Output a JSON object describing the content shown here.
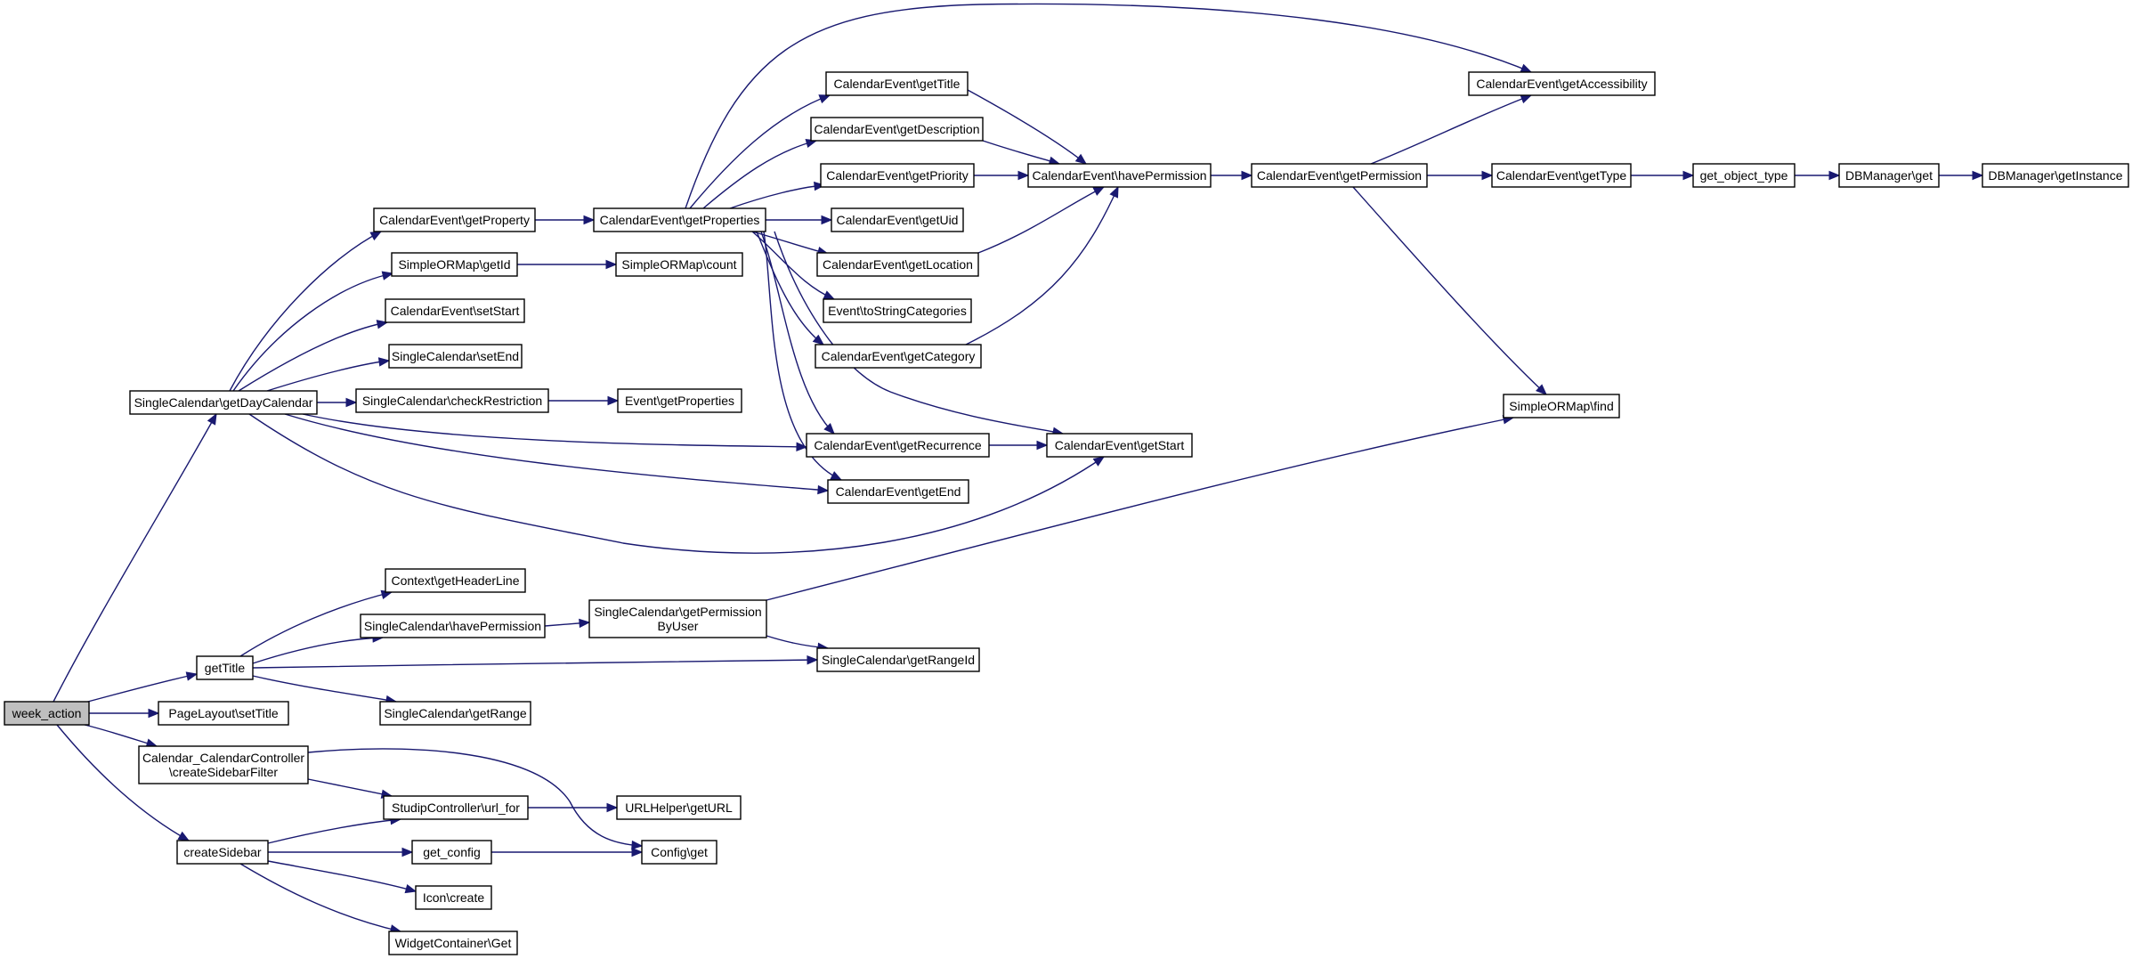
{
  "colors": {
    "edge": "#191970",
    "node_fill": "#ffffff",
    "root_fill": "#bfbfbf",
    "border": "#000000"
  },
  "nodes": {
    "week_action": {
      "lines": [
        "week_action"
      ]
    },
    "getDayCalendar": {
      "lines": [
        "SingleCalendar\\getDayCalendar"
      ]
    },
    "getTitle": {
      "lines": [
        "getTitle"
      ]
    },
    "setTitle": {
      "lines": [
        "PageLayout\\setTitle"
      ]
    },
    "createSidebarFilter": {
      "lines": [
        "Calendar_CalendarController",
        "\\createSidebarFilter"
      ]
    },
    "createSidebar": {
      "lines": [
        "createSidebar"
      ]
    },
    "ceGetProperty": {
      "lines": [
        "CalendarEvent\\getProperty"
      ]
    },
    "ormGetId": {
      "lines": [
        "SimpleORMap\\getId"
      ]
    },
    "ceSetStart": {
      "lines": [
        "CalendarEvent\\setStart"
      ]
    },
    "scSetEnd": {
      "lines": [
        "SingleCalendar\\setEnd"
      ]
    },
    "scCheckRestriction": {
      "lines": [
        "SingleCalendar\\checkRestriction"
      ]
    },
    "ceGetProperties": {
      "lines": [
        "CalendarEvent\\getProperties"
      ]
    },
    "ormCount": {
      "lines": [
        "SimpleORMap\\count"
      ]
    },
    "evGetProperties": {
      "lines": [
        "Event\\getProperties"
      ]
    },
    "ceGetTitle": {
      "lines": [
        "CalendarEvent\\getTitle"
      ]
    },
    "ceGetDescription": {
      "lines": [
        "CalendarEvent\\getDescription"
      ]
    },
    "ceGetPriority": {
      "lines": [
        "CalendarEvent\\getPriority"
      ]
    },
    "ceGetUid": {
      "lines": [
        "CalendarEvent\\getUid"
      ]
    },
    "ceGetLocation": {
      "lines": [
        "CalendarEvent\\getLocation"
      ]
    },
    "evToStringCategories": {
      "lines": [
        "Event\\toStringCategories"
      ]
    },
    "ceGetCategory": {
      "lines": [
        "CalendarEvent\\getCategory"
      ]
    },
    "ceGetRecurrence": {
      "lines": [
        "CalendarEvent\\getRecurrence"
      ]
    },
    "ceGetEnd": {
      "lines": [
        "CalendarEvent\\getEnd"
      ]
    },
    "ceHavePermission": {
      "lines": [
        "CalendarEvent\\havePermission"
      ]
    },
    "ceGetStart": {
      "lines": [
        "CalendarEvent\\getStart"
      ]
    },
    "ceGetPermission": {
      "lines": [
        "CalendarEvent\\getPermission"
      ]
    },
    "ceGetAccessibility": {
      "lines": [
        "CalendarEvent\\getAccessibility"
      ]
    },
    "ceGetType": {
      "lines": [
        "CalendarEvent\\getType"
      ]
    },
    "getObjectType": {
      "lines": [
        "get_object_type"
      ]
    },
    "dbGet": {
      "lines": [
        "DBManager\\get"
      ]
    },
    "dbGetInstance": {
      "lines": [
        "DBManager\\getInstance"
      ]
    },
    "ormFind": {
      "lines": [
        "SimpleORMap\\find"
      ]
    },
    "ctxGetHeaderLine": {
      "lines": [
        "Context\\getHeaderLine"
      ]
    },
    "scHavePermission": {
      "lines": [
        "SingleCalendar\\havePermission"
      ]
    },
    "scGetRange": {
      "lines": [
        "SingleCalendar\\getRange"
      ]
    },
    "scGetPermissionByUser": {
      "lines": [
        "SingleCalendar\\getPermission",
        "ByUser"
      ]
    },
    "scGetRangeId": {
      "lines": [
        "SingleCalendar\\getRangeId"
      ]
    },
    "urlFor": {
      "lines": [
        "StudipController\\url_for"
      ]
    },
    "urlHelperGetURL": {
      "lines": [
        "URLHelper\\getURL"
      ]
    },
    "getConfig": {
      "lines": [
        "get_config"
      ]
    },
    "configGet": {
      "lines": [
        "Config\\get"
      ]
    },
    "iconCreate": {
      "lines": [
        "Icon\\create"
      ]
    },
    "widgetContainerGet": {
      "lines": [
        "WidgetContainer\\Get"
      ]
    }
  }
}
